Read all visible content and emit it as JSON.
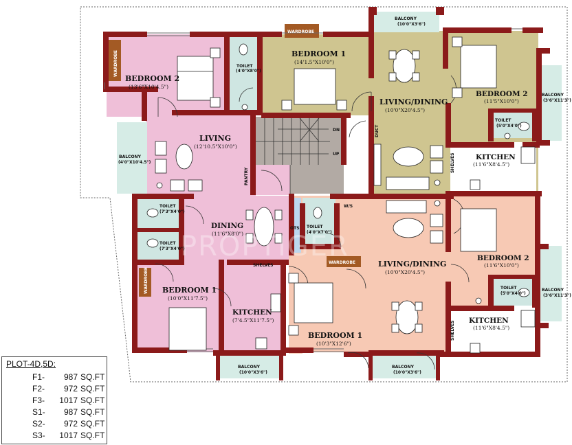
{
  "watermark": "PROPTIGER",
  "rooms": {
    "bedroom2_left": {
      "name": "BEDROOM 2",
      "dim": "(13'6\"X10'4.5\")"
    },
    "bedroom1_top": {
      "name": "BEDROOM 1",
      "dim": "(14'1.5\"X10'0\")"
    },
    "living_dining_top": {
      "name": "LIVING/DINING",
      "dim": "(10'0\"X20'4.5\")"
    },
    "bedroom2_topright": {
      "name": "BEDROOM 2",
      "dim": "(11'5\"X10'0\")"
    },
    "living_left": {
      "name": "LIVING",
      "dim": "(12'10.5\"X10'0\")"
    },
    "kitchen_topright": {
      "name": "KITCHEN",
      "dim": "(11'6\"X8'4.5\")"
    },
    "dining_left": {
      "name": "DINING",
      "dim": "(11'6\"X8'0\")"
    },
    "living_dining_bottom": {
      "name": "LIVING/DINING",
      "dim": "(10'0\"X20'4.5\")"
    },
    "bedroom2_bottomright": {
      "name": "BEDROOM 2",
      "dim": "(11'6\"X10'0\")"
    },
    "bedroom1_left": {
      "name": "BEDROOM 1",
      "dim": "(10'0\"X11'7.5\")"
    },
    "kitchen_left": {
      "name": "KITCHEN",
      "dim": "(7'4.5\"X11'7.5\")"
    },
    "bedroom1_bottom": {
      "name": "BEDROOM 1",
      "dim": "(10'3\"X12'6\")"
    },
    "kitchen_bottomright": {
      "name": "KITCHEN",
      "dim": "(11'6\"X8'4.5\")"
    }
  },
  "small_labels": {
    "toilet": "TOILET",
    "toilet_dim_1": "(4'0\"X8'0\")",
    "toilet_dim_2": "(7'3\"X4'0\")",
    "toilet_dim_3": "(7'3\"X4'0\")",
    "toilet_dim_4": "(4'0\"X7'0\")",
    "toilet_dim_5": "(5'0\"X4'0\")",
    "toilet_dim_6": "(5'0\"X4'0\")",
    "balcony": "BALCONY",
    "balcony_dim_top": "(10'0\"X3'6\")",
    "balcony_dim_left": "(4'0\"X10'4.5\")",
    "balcony_dim_right_top": "(3'6\"X11'3\")",
    "balcony_dim_right_bottom": "(3'6\"X11'3\")",
    "balcony_dim_bottom_left": "(10'0\"X3'6\")",
    "balcony_dim_bottom_mid": "(10'0\"X3'6\")",
    "wardrobe": "WARDROBE",
    "shelves": "SHELVES",
    "ots": "OTS",
    "duct": "DUCT",
    "pantry": "PANTRY",
    "ws": "W/S",
    "dn": "DN",
    "up": "UP"
  },
  "plot_table": {
    "title": "PLOT-4D,5D:",
    "unit": "SQ.FT",
    "rows": [
      {
        "floor": "F1-",
        "value": "987"
      },
      {
        "floor": "F2-",
        "value": "972"
      },
      {
        "floor": "F3-",
        "value": "1017"
      },
      {
        "floor": "S1-",
        "value": "987"
      },
      {
        "floor": "S2-",
        "value": "972"
      },
      {
        "floor": "S3-",
        "value": "1017"
      }
    ]
  },
  "colors": {
    "wall": "#8b1a1a",
    "pink": "#efbfd8",
    "olive": "#cfc590",
    "peach": "#f7c9b4",
    "balcony": "#d6ece6",
    "toilet": "#cfe6e2",
    "stair": "#b2aaa4",
    "wardrobe": "#a35a24"
  }
}
